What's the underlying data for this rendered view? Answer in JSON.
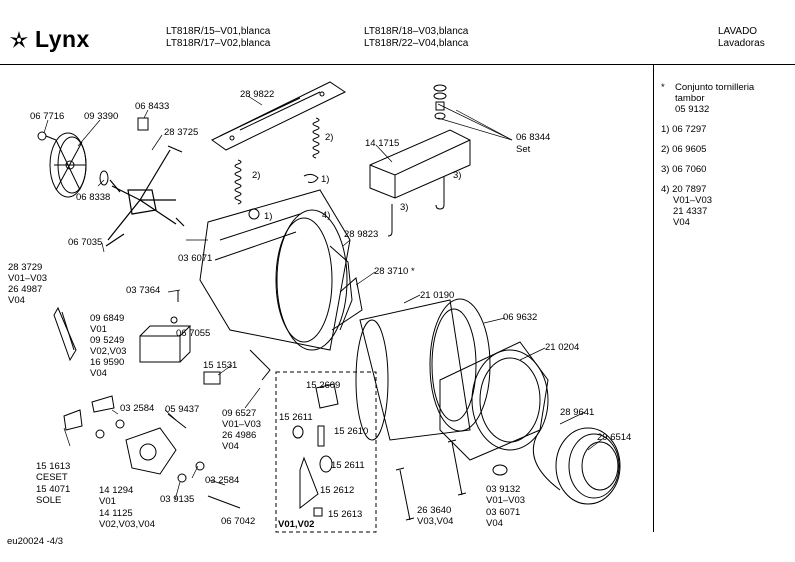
{
  "brand": {
    "name": "Lynx",
    "icon": "lynx-logo-icon"
  },
  "header": {
    "models_col1": [
      "LT818R/15–V01,blanca",
      "LT818R/17–V02,blanca"
    ],
    "models_col2": [
      "LT818R/18–V03,blanca",
      "LT818R/22–V04,blanca"
    ],
    "category": "LAVADO",
    "subcategory": "Lavadoras"
  },
  "notes": {
    "n1_mark": "*",
    "n1_line1": "Conjunto tornilleria",
    "n1_line2": "tambor",
    "n1_line3": "05 9132",
    "n2": "1) 06 7297",
    "n3": "2) 06 9605",
    "n4": "3) 06 7060",
    "n5_line1": "4) 20 7897",
    "n5_line2": "V01–V03",
    "n5_line3": "21 4337",
    "n5_line4": "V04"
  },
  "parts": {
    "p067716": "06 7716",
    "p093390": "09 3390",
    "p068433": "06 8433",
    "p289822": "28 9822",
    "p283725": "28 3725",
    "p068338": "06 8338",
    "p141715": "14 1715",
    "p068344": "06 8344",
    "set": "Set",
    "c2a": "2)",
    "c2b": "2)",
    "c1a": "1)",
    "c1b": "1)",
    "c3a": "3)",
    "c3b": "3)",
    "c4": "4)",
    "p067035": "06 7035",
    "p036071a": "03 6071",
    "p289823": "28 9823",
    "p283710": "28 3710 *",
    "p283729": "28 3729",
    "v01v03a": "V01–V03",
    "p264987": "26 4987",
    "v04a": "V04",
    "p037364": "03 7364",
    "p210190": "21 0190",
    "p069632": "06 9632",
    "p210204": "21 0204",
    "p096849": "09 6849",
    "v01a": "V01",
    "p095249": "09 5249",
    "v02v03": "V02,V03",
    "p169590": "16 9590",
    "v04b": "V04",
    "p067055": "06 7055",
    "p151531": "15 1531",
    "p152609": "15 2609",
    "p152611a": "15 2611",
    "p152610": "15 2610",
    "p152611b": "15 2611",
    "p152612": "15 2612",
    "p152613": "15 2613",
    "v01v02": "V01,V02",
    "p032584a": "03 2584",
    "p059437": "05 9437",
    "p096527": "09 6527",
    "v01v03b": "V01–V03",
    "p264986": "26 4986",
    "v04c": "V04",
    "p289641": "28 9641",
    "p296514": "29 6514",
    "p151613": "15 1613",
    "ceset": "CESET",
    "p154071": "15 4071",
    "sole": "SOLE",
    "p141294": "14 1294",
    "v01b": "V01",
    "p141125": "14 1125",
    "v02v03v04": "V02,V03,V04",
    "p032584b": "03 2584",
    "p039135": "03 9135",
    "p067042": "06 7042",
    "p263640": "26 3640",
    "v03v04": "V03,V04",
    "p039132": "03 9132",
    "v01v03c": "V01–V03",
    "p036071b": "03 6071",
    "v04d": "V04"
  },
  "footer": {
    "code": "eu20024 -4/3"
  }
}
